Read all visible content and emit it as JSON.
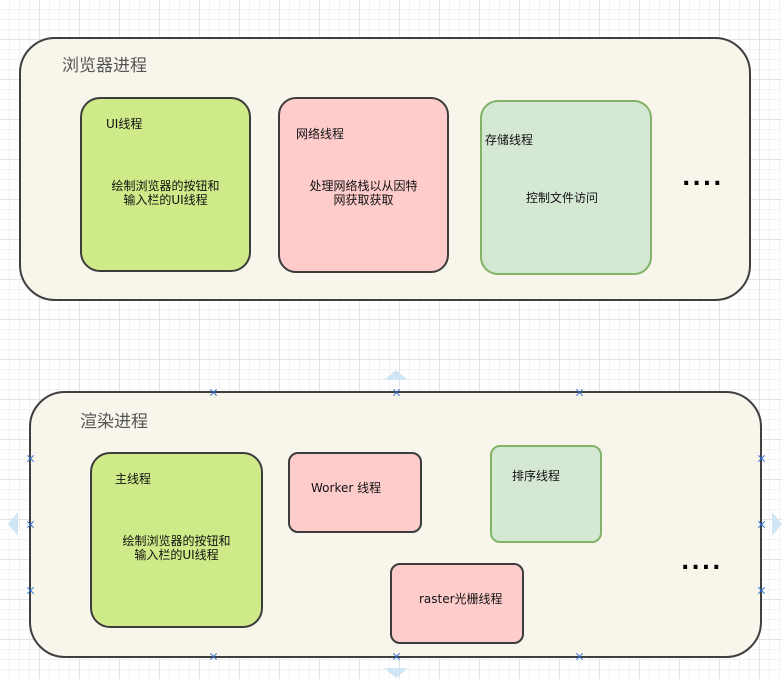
{
  "browser_process": {
    "title": "浏览器进程",
    "threads": [
      {
        "title": "UI线程",
        "desc": [
          "绘制浏览器的按钮和",
          "输入栏的UI线程"
        ]
      },
      {
        "title": "网络线程",
        "desc": [
          "处理网络栈以从因特",
          "网获取获取"
        ]
      },
      {
        "title": "存储线程",
        "desc": [
          "控制文件访问"
        ]
      }
    ],
    "ellipsis": "...."
  },
  "renderer_process": {
    "title": "渲染进程",
    "threads": [
      {
        "title": "主线程",
        "desc": [
          "绘制浏览器的按钮和",
          "输入栏的UI线程"
        ]
      },
      {
        "title": "Worker 线程"
      },
      {
        "title": "排序线程"
      },
      {
        "title": "raster光栅线程"
      }
    ],
    "ellipsis": "...."
  },
  "colors": {
    "process_fill": "#f8f5eb",
    "process_stroke": "#3f3f3f",
    "green_fill": "#cfea88",
    "pink_fill": "#ffcccc",
    "light_green_fill": "#d5e8d4",
    "light_green_stroke": "#82b366",
    "selection_handle": "#2c6fd6",
    "hover_arrow": "#cfe6f7"
  }
}
